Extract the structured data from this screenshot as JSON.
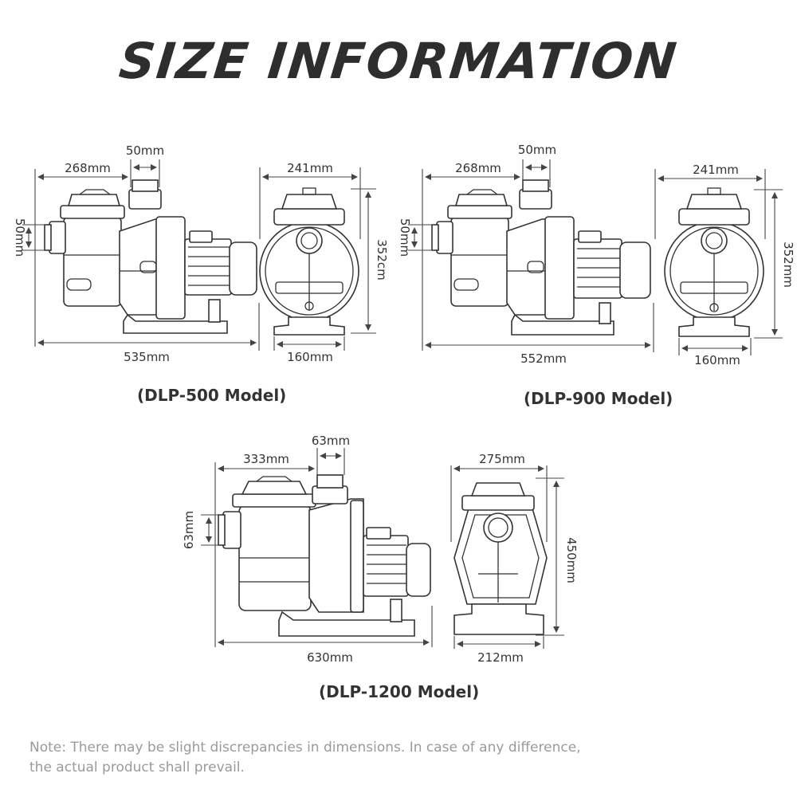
{
  "title": "SIZE INFORMATION",
  "models": [
    {
      "name": "(DLP-500 Model)",
      "dims": {
        "top_length": "268mm",
        "port_width": "50mm",
        "inlet": "50mm",
        "total_length": "535mm",
        "front_width": "241mm",
        "height": "352cm",
        "base": "160mm"
      }
    },
    {
      "name": "(DLP-900 Model)",
      "dims": {
        "top_length": "268mm",
        "port_width": "50mm",
        "inlet": "50mm",
        "total_length": "552mm",
        "front_width": "241mm",
        "height": "352mm",
        "base": "160mm"
      }
    },
    {
      "name": "(DLP-1200 Model)",
      "dims": {
        "top_length": "333mm",
        "port_width": "63mm",
        "inlet": "63mm",
        "total_length": "630mm",
        "front_width": "275mm",
        "height": "450mm",
        "base": "212mm"
      }
    }
  ],
  "note": {
    "line1": "Note: There may be slight discrepancies in dimensions. In case of any difference,",
    "line2": "the actual product shall prevail."
  }
}
